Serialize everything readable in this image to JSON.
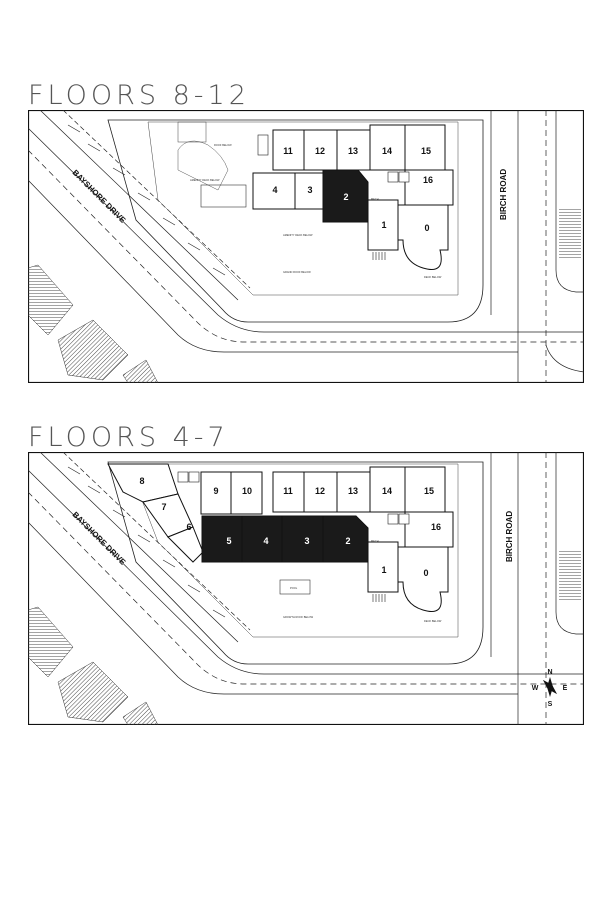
{
  "plans": [
    {
      "title": "FLOORS 8-12",
      "road_left": "BAYSHORE DRIVE",
      "road_right": "BIRCH ROAD",
      "units": [
        "11",
        "12",
        "13",
        "14",
        "15",
        "4",
        "3",
        "2",
        "16",
        "1",
        "0"
      ],
      "highlighted_units": [
        "2"
      ],
      "small_labels": [
        "ROOF BELOW",
        "AMENITY DECK BELOW",
        "AMENITY DECK BELOW",
        "GRAND ROOF BELOW",
        "DECK BELOW",
        "MECH"
      ]
    },
    {
      "title": "FLOORS 4-7",
      "road_left": "BAYSHORE DRIVE",
      "road_right": "BIRCH ROAD",
      "units": [
        "8",
        "9",
        "10",
        "11",
        "12",
        "13",
        "14",
        "15",
        "7",
        "6",
        "5",
        "4",
        "3",
        "2",
        "16",
        "1",
        "0"
      ],
      "highlighted_units": [
        "5",
        "4",
        "3",
        "2"
      ],
      "small_labels": [
        "POOL",
        "GROWTH ROOF BELOW",
        "DECK BELOW",
        "MECH"
      ]
    }
  ],
  "compass": {
    "n": "N",
    "s": "S",
    "e": "E",
    "w": "W"
  }
}
